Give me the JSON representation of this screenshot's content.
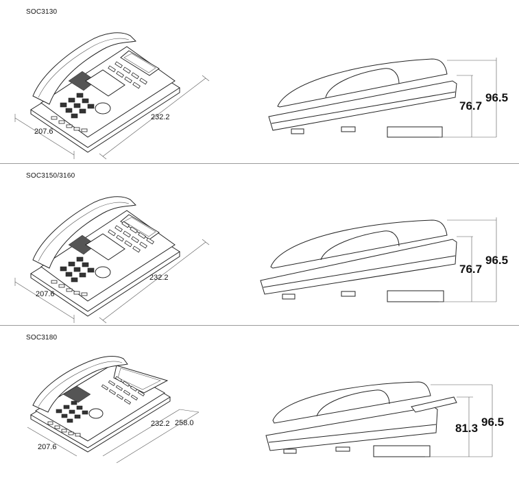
{
  "panels": [
    {
      "model": "SOC3130",
      "iso_depth": "207.6",
      "iso_width": "232.2",
      "side_inner_height": "76.7",
      "side_outer_height": "96.5"
    },
    {
      "model": "SOC3150/3160",
      "iso_depth": "207.6",
      "iso_width": "232.2",
      "side_inner_height": "76.7",
      "side_outer_height": "96.5"
    },
    {
      "model": "SOC3180",
      "iso_depth": "207.6",
      "iso_width": "232.2",
      "iso_width_ext": "258.0",
      "side_inner_height": "81.3",
      "side_outer_height": "96.5"
    }
  ]
}
